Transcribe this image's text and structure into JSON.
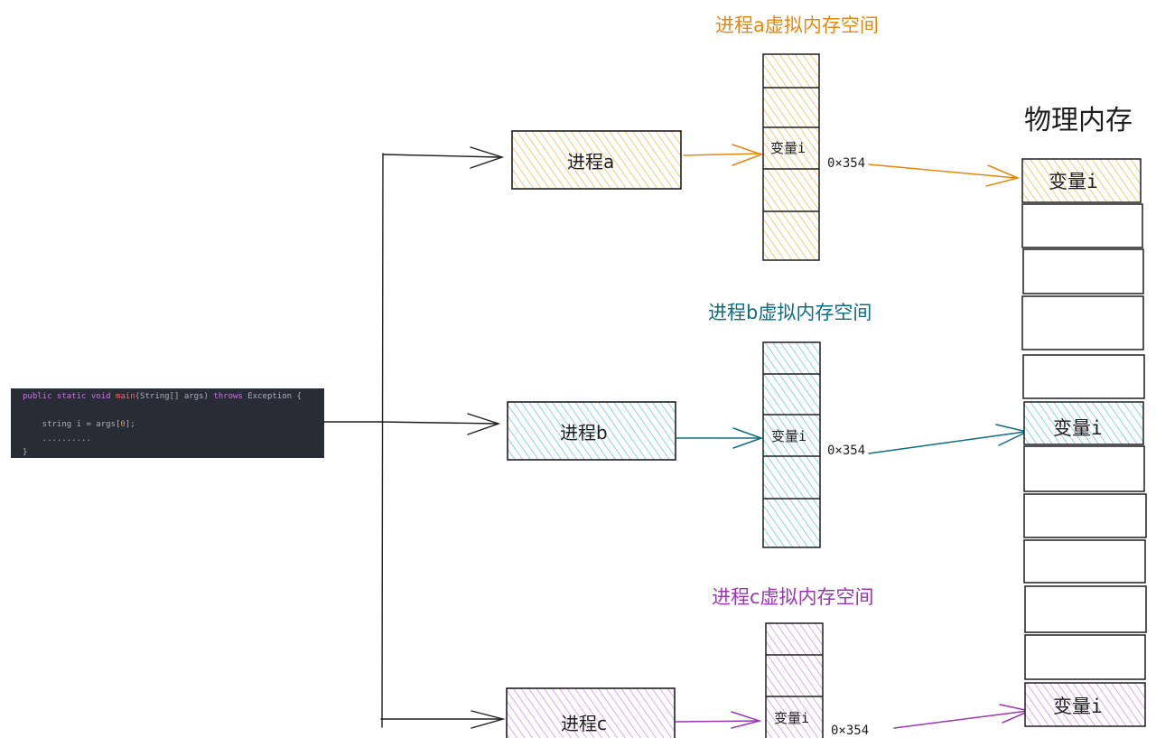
{
  "code": {
    "lines": [
      [
        {
          "t": "public static void ",
          "c": "kw"
        },
        {
          "t": "main",
          "c": "fn"
        },
        {
          "t": "(String[] args) ",
          "c": ""
        },
        {
          "t": "throws",
          "c": "kw"
        },
        {
          "t": " Exception {",
          "c": ""
        }
      ],
      [],
      [
        {
          "t": "    string i = args[",
          "c": ""
        },
        {
          "t": "0",
          "c": "num"
        },
        {
          "t": "];",
          "c": ""
        }
      ],
      [
        {
          "t": "    ..........",
          "c": ""
        }
      ],
      [
        {
          "t": "}",
          "c": ""
        }
      ]
    ]
  },
  "processes": {
    "a": {
      "label": "进程a",
      "color": "#e0a012",
      "fill": "#f5d98c",
      "vs_title": "进程a虚拟内存空间",
      "title_color": "#e8870e"
    },
    "b": {
      "label": "进程b",
      "color": "#1098ad",
      "fill": "#9fdbe0",
      "vs_title": "进程b虚拟内存空间",
      "title_color": "#0c6e80"
    },
    "c": {
      "label": "进程c",
      "color": "#ae3ec9",
      "fill": "#e2b8ec",
      "vs_title": "进程c虚拟内存空间",
      "title_color": "#9c36b5"
    }
  },
  "virtual_cell_label": "变量i",
  "address_label": "0×354",
  "address_label_c": "0×354",
  "physical": {
    "title": "物理内存",
    "cell_label": "变量i"
  },
  "colors": {
    "arrow_a": "#e8870e",
    "arrow_b": "#0c6e80",
    "arrow_c": "#9c36b5",
    "line": "#1e1e1e"
  }
}
